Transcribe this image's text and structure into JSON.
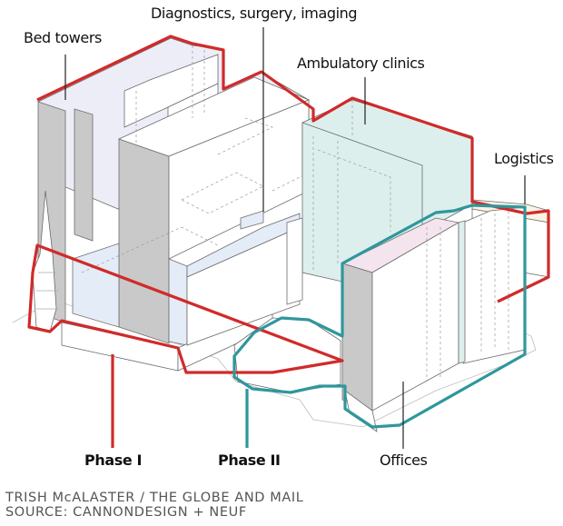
{
  "title": "Hospital redevelopment phases",
  "labels": {
    "bed_towers": "Bed towers",
    "diagnostics": "Diagnostics, surgery, imaging",
    "ambulatory": "Ambulatory clinics",
    "logistics": "Logistics",
    "phase1": "Phase I",
    "phase2": "Phase II",
    "offices": "Offices"
  },
  "credit": {
    "line1": "TRISH McALASTER / THE GLOBE AND MAIL",
    "line2": "SOURCE: CANNONDESIGN + NEUF"
  },
  "colors": {
    "phase1": "#d12a2a",
    "phase2": "#2f979c",
    "bed_towers": "#c9c9c9",
    "ambulatory": "#dcefed",
    "diagnostics": "#e3ecf7",
    "offices": "#f3e4ee"
  }
}
